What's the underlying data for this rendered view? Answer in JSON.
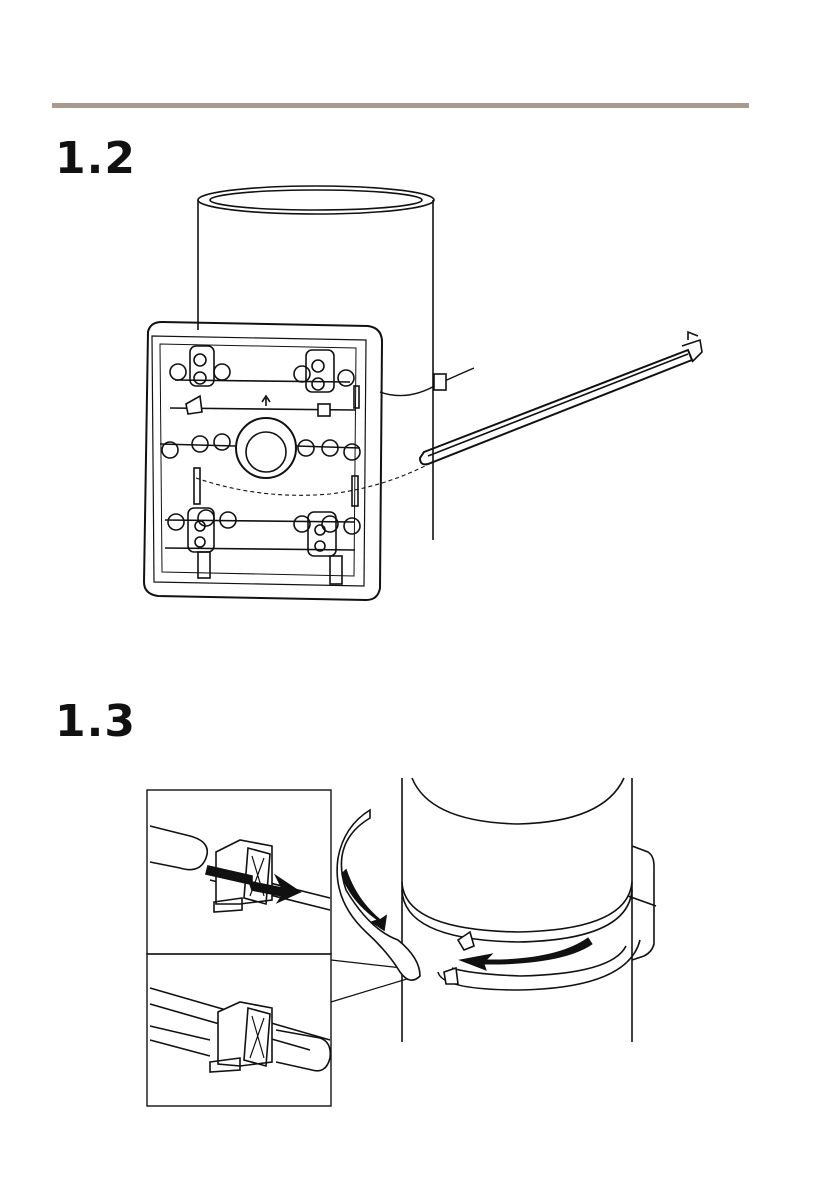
{
  "header": {
    "rule_color": "#a89a8f"
  },
  "steps": [
    {
      "label": "1.2",
      "illustration": "mount-bracket-on-pole-with-strap"
    },
    {
      "label": "1.3",
      "illustration": "tighten-strap-around-pole"
    }
  ]
}
